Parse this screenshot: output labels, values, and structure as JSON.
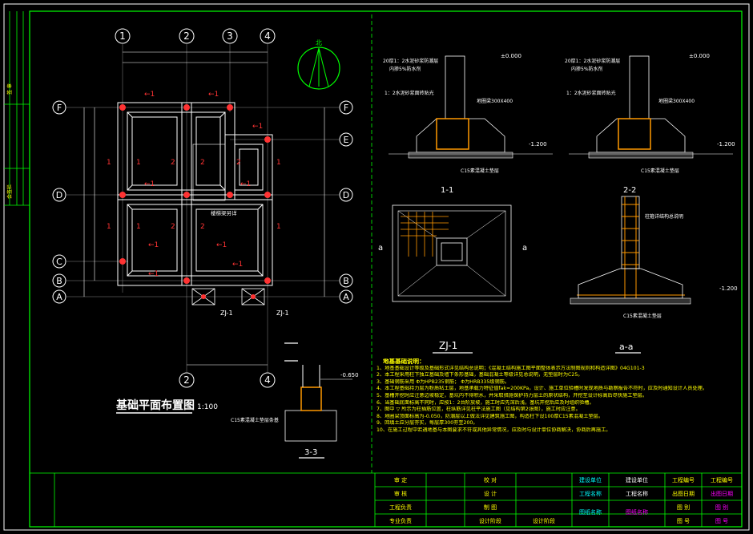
{
  "plan": {
    "title": "基础平面布置图",
    "scale": "1:100",
    "north": "北",
    "col_top": [
      "1",
      "2",
      "3",
      "4"
    ],
    "col_bottom": [
      "2",
      "4"
    ],
    "rows": [
      "F",
      "E",
      "D",
      "C",
      "B",
      "A"
    ],
    "stair_note": "楼梯梁另详",
    "zj_labels": [
      "ZJ-1",
      "ZJ-1"
    ]
  },
  "sections": {
    "s11": {
      "label": "1-1",
      "elev_top": "±0.000",
      "elev_bot": "-1.200",
      "note_top": "20厚1：2水泥砂浆防潮层",
      "note_top2": "内掺5%防水剂",
      "note_side": "1：2水泥砂浆面砖贴光",
      "beam": "地圈梁300X400",
      "cushion": "C15素混凝土垫层"
    },
    "s22": {
      "label": "2-2",
      "elev_top": "±0.000",
      "elev_bot": "-1.200",
      "note_top": "20厚1：2水泥砂浆防潮层",
      "note_top2": "内掺5%防水剂",
      "note_side": "1：2水泥砂浆面砖贴光",
      "beam": "地圈梁300X400",
      "cushion": "C15素混凝土垫层"
    },
    "zj1": {
      "label": "ZJ-1",
      "dim": "a"
    },
    "aa": {
      "label": "a-a",
      "elev": "-1.200",
      "note": "柱箍详结构总说明",
      "cushion": "C15素混凝土垫层"
    },
    "s33": {
      "label": "3-3",
      "elev": "-0.650",
      "cushion": "C15素混凝土垫层条基"
    }
  },
  "notes": {
    "title": "地基基础说明：",
    "lines": [
      "1、地基基础设计等级及基础形式详见结构总说明；《混凝土结构施工图平面整体表示方法制图规则和构造详图》04G101-3",
      "2、本工程采用柱下独立基础及墙下条形基础，基础混凝土等级详见总说明，无垫层时为C25。",
      "3、基础钢筋采用   Φ为HPB235钢筋；  Φ为HRB335级钢筋。",
      "4、本工程基础持力层为粉质粘土层，地基承载力特征值fak=200KPa，设计、施工单位验槽时发现地质与勘察报告不符时，应及时通知设计人员处理。",
      "5、基槽开挖时应注意边坡稳定，基坑内不得积水，并采取措施保护持力层土的原状结构，开挖至设计标高后尽快施工垫层。",
      "6、当基础底面标高不同时，应按1：2台阶放坡，施工时应先深后浅，基坑开挖后应及时组织验槽。",
      "7、图中  ▽  所示为柱插筋位置，柱纵筋详见柱平法施工图（见结构第2张图），施工时应注意。",
      "8、地圈梁顶面标高为-0.050，防潮层以上做法详见建筑施工图，构造柱下设100厚C15素混凝土垫层。",
      "9、回填土应分层夯实，每层厚300夯至200。",
      "10、在施工过程中若遇地基与本图要求不符或其他异常情况，应及时与设计单位协商解决，协商后再施工。"
    ]
  },
  "titleblock": {
    "r1": [
      "审 定",
      "",
      "校 对",
      "",
      "建设单位",
      "建设单位",
      "工程编号",
      "工程编号"
    ],
    "r2": [
      "审 核",
      "",
      "设 计",
      "",
      "工程名称",
      "工程名称",
      "出图日期",
      "出图日期"
    ],
    "r3": [
      "工程负责",
      "",
      "制 图",
      "",
      "图纸名称",
      "图纸名称",
      "图  别",
      "图  别"
    ],
    "r4": [
      "专业负责",
      "",
      "设计阶段",
      "设计阶段",
      "",
      "",
      "图  号",
      "图  号"
    ]
  },
  "side_stamp": {
    "top": "签 章",
    "bottom": "会签栏"
  }
}
